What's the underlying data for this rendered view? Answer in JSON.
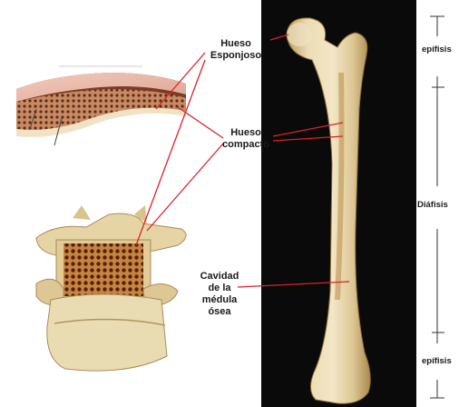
{
  "labels": {
    "spongy": "Hueso\nEsponjoso",
    "compact": "Hueso\ncompacto",
    "marrow": "Cavidad\nde la\nmédula\nósea",
    "epiphysis_top": "epífisis",
    "diaphysis": "Diáfisis",
    "epiphysis_bottom": "epífisis"
  },
  "colors": {
    "leader_line": "#d8232a",
    "bone_light": "#efe0bd",
    "bone_mid": "#d9bf86",
    "bone_dark": "#9a7a3f",
    "marrow": "#8b4b1f",
    "skin": "#e8b8a8",
    "photo_background": "#0a0a0a"
  }
}
